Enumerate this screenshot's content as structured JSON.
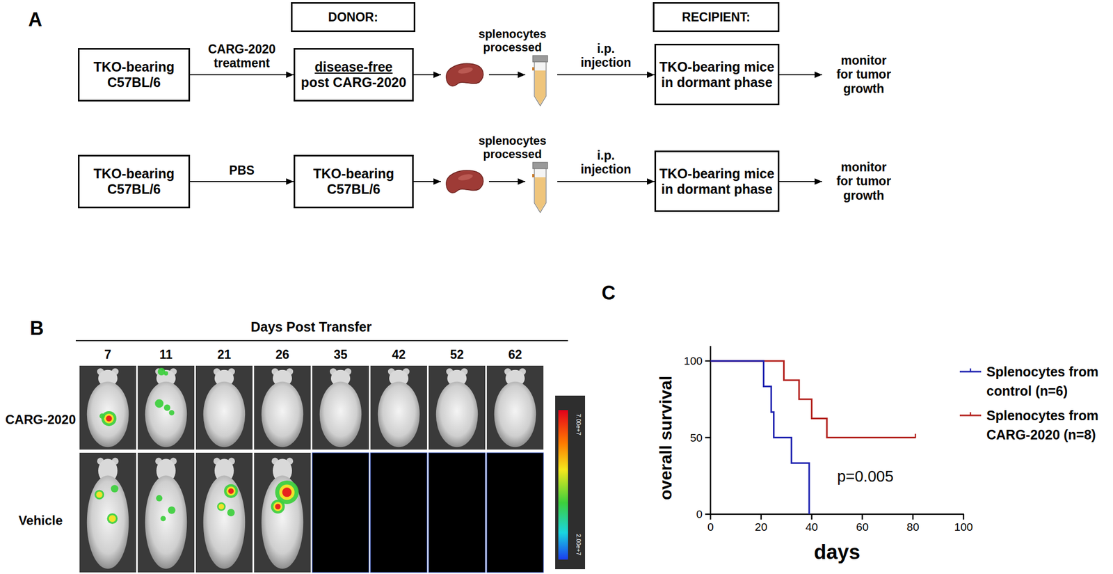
{
  "diagram": {
    "nodes": [
      {
        "text": [
          "DONOR:"
        ]
      },
      {
        "text": [
          "RECIPIENT:"
        ]
      },
      {
        "text": [
          "TKO-bearing C57BL/6"
        ]
      },
      {
        "text": [
          "disease-free",
          "post CARG-2020"
        ]
      },
      {
        "text": [
          "TKO-bearing mice in dormant phase"
        ]
      },
      {
        "text": [
          "TKO-bearing C57BL/6"
        ]
      },
      {
        "text": [
          "TKO-bearing C57BL/6"
        ]
      },
      {
        "text": [
          "TKO-bearing mice in dormant phase"
        ]
      }
    ],
    "edges": [
      {
        "from": 2,
        "to": 3,
        "label": "CARG-2020 treatment",
        "arrow": "to"
      },
      {
        "from": 5,
        "to": 6,
        "label": "PBS",
        "arrow": "to"
      }
    ],
    "labels": [
      "A",
      "splenocytes processed",
      "i.p. injection",
      "monitor for tumor growth",
      "splenocytes processed",
      "i.p. injection",
      "monitor for tumor growth",
      "B",
      "Days Post Transfer",
      "7",
      "11",
      "21",
      "26",
      "35",
      "42",
      "52",
      "62",
      "CARG-2020",
      "Vehicle",
      "7.00e+7",
      "2.00e+7",
      "C",
      "overall survival",
      "100",
      "50",
      "0",
      "0",
      "20",
      "40",
      "60",
      "80",
      "100",
      "days",
      "p=0.005"
    ],
    "legend": [
      {
        "text": "Splenocytes from control (n=6)"
      },
      {
        "text": "Splenocytes from CARG-2020 (n=8)"
      }
    ]
  }
}
